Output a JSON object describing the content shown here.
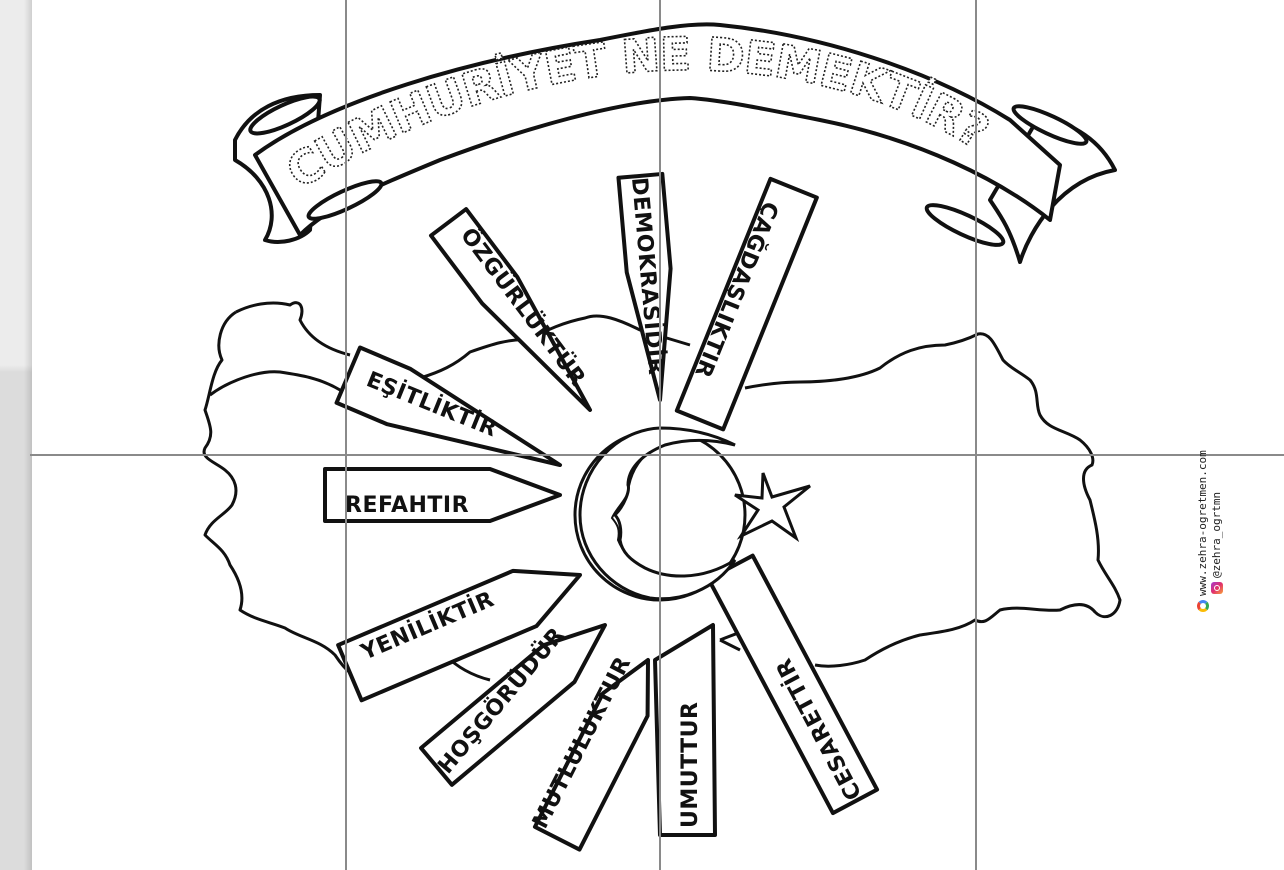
{
  "worksheet": {
    "title": "CUMHURİYET NE DEMEKTİR?",
    "rays": [
      {
        "label": "EŞİTLİKTİR"
      },
      {
        "label": "ÖZGÜRLÜKTÜR"
      },
      {
        "label": "DEMOKRASİDİR"
      },
      {
        "label": "ÇAĞDAŞLIKTIR"
      },
      {
        "label": "REFAHTIR"
      },
      {
        "label": "YENİLİKTİR"
      },
      {
        "label": "HOŞGÖRÜDÜR"
      },
      {
        "label": "MUTLULUKTUR"
      },
      {
        "label": "UMUTTUR"
      },
      {
        "label": "CESARETTİR"
      }
    ],
    "center_icons": [
      "crescent-icon",
      "star-icon",
      "ataturk-silhouette"
    ],
    "background_shape": "turkey-map-outline"
  },
  "watermark": {
    "website": "www.zehra-ogretmen.com",
    "instagram": "@zehra_ogrtmn",
    "website_icon": "google-icon",
    "instagram_icon": "instagram-icon"
  },
  "grid": {
    "color": "#8a8a8a",
    "vertical_x": [
      345,
      660,
      976
    ],
    "horizontal_y": [
      455
    ]
  },
  "colors": {
    "ink": "#111111",
    "paper": "#ffffff",
    "side_strip": "#e4e4e4"
  }
}
